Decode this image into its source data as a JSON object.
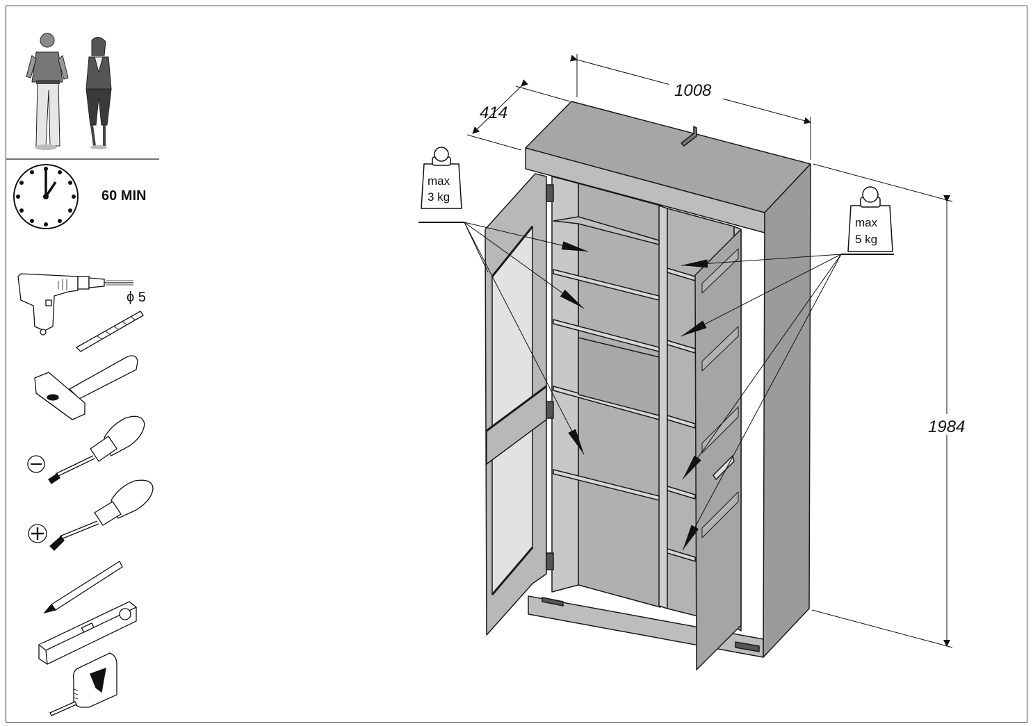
{
  "sidebar": {
    "persons_count": 2,
    "time_label": "60 MIN",
    "drill_bit_label": "ϕ 5",
    "tools": [
      "people-icon",
      "clock-icon",
      "drill-icon",
      "drill-bit-icon",
      "hammer-icon",
      "flat-screwdriver-icon",
      "phillips-screwdriver-icon",
      "pencil-icon",
      "spirit-level-icon",
      "tape-measure-icon"
    ]
  },
  "dimensions": {
    "width": "1008",
    "depth": "414",
    "height": "1984"
  },
  "weights": {
    "left": {
      "line1": "max",
      "line2": "3 kg"
    },
    "right": {
      "line1": "max",
      "line2": "5 kg"
    }
  },
  "colors": {
    "panel": "#a8a8a8",
    "panel_light": "#c6c6c6",
    "panel_dark": "#8f8f8f",
    "edge": "#1a1a1a"
  }
}
